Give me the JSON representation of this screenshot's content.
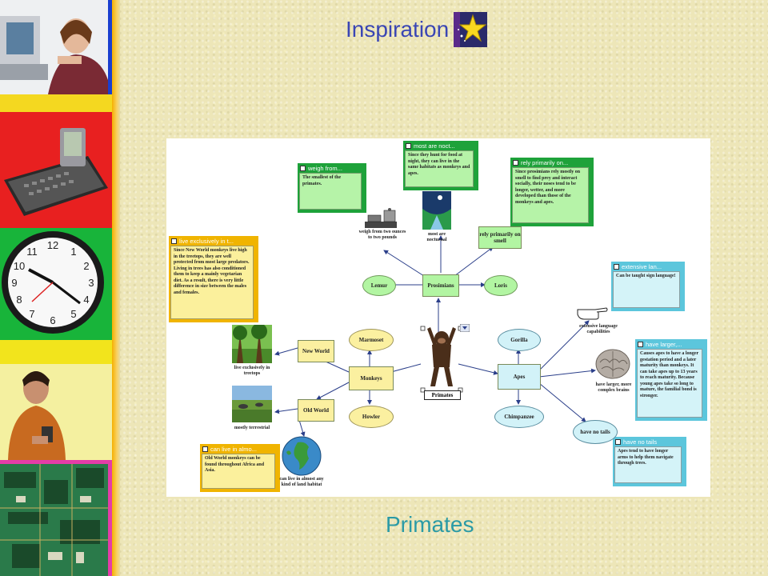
{
  "slide": {
    "title": "Inspiration",
    "subtitle": "Primates"
  },
  "map": {
    "central": "Primates",
    "prosimians": {
      "label": "Prosimians",
      "children": [
        "Lemur",
        "Loris"
      ],
      "captions": {
        "weigh": "weigh from two ounces to two pounds",
        "nocturnal": "most are nocturnal",
        "smell": "rely primarily on smell"
      }
    },
    "monkeys": {
      "label": "Monkeys",
      "children": [
        "Marmoset",
        "Howler",
        "New World",
        "Old World"
      ],
      "captions": {
        "treetops": "live exclusively in treetops",
        "terrestrial": "mostly terrestrial",
        "habitat": "can live in almost any kind of land habitat"
      }
    },
    "apes": {
      "label": "Apes",
      "children": [
        "Gorilla",
        "Chimpanzee"
      ],
      "captions": {
        "language": "extensive language capabilities",
        "brains": "have larger, more complex brains",
        "tails": "have no tails"
      }
    },
    "notes": {
      "weigh": {
        "title": "weigh from...",
        "text": "The smallest of the primates."
      },
      "nocturnal": {
        "title": "most are noct...",
        "text": "Since they hunt for food at night, they can live in the same habitats as monkeys and apes."
      },
      "smell": {
        "title": "rely primarily on...",
        "text": "Since prosimians rely mostly on smell to find prey and interact socially, their noses tend to be longer, wetter, and more developed than those of the monkeys and apes."
      },
      "treetops": {
        "title": "live exclusively in t...",
        "text": "Since New World monkeys live high in the treetops, they are well protected from most large predators. Living in trees has also conditioned them to keep a mainly vegetarian diet. As a result, there is very little difference in size between the males and females."
      },
      "habitat": {
        "title": "can live in almo...",
        "text": "Old World monkeys can be found throughout Africa and Asia."
      },
      "language": {
        "title": "extensive lan...",
        "text": "Can be taught sign language!"
      },
      "brains": {
        "title": "have larger,...",
        "text": "Causes apes to have a longer gestation period and a later maturity than monkeys. It can take apes up to 13 years to reach maturity. Because young apes take so long to mature, the familial bond is stronger."
      },
      "tails": {
        "title": "have no tails",
        "text": "Apes tend to have longer arms to help them navigate through trees."
      }
    }
  }
}
